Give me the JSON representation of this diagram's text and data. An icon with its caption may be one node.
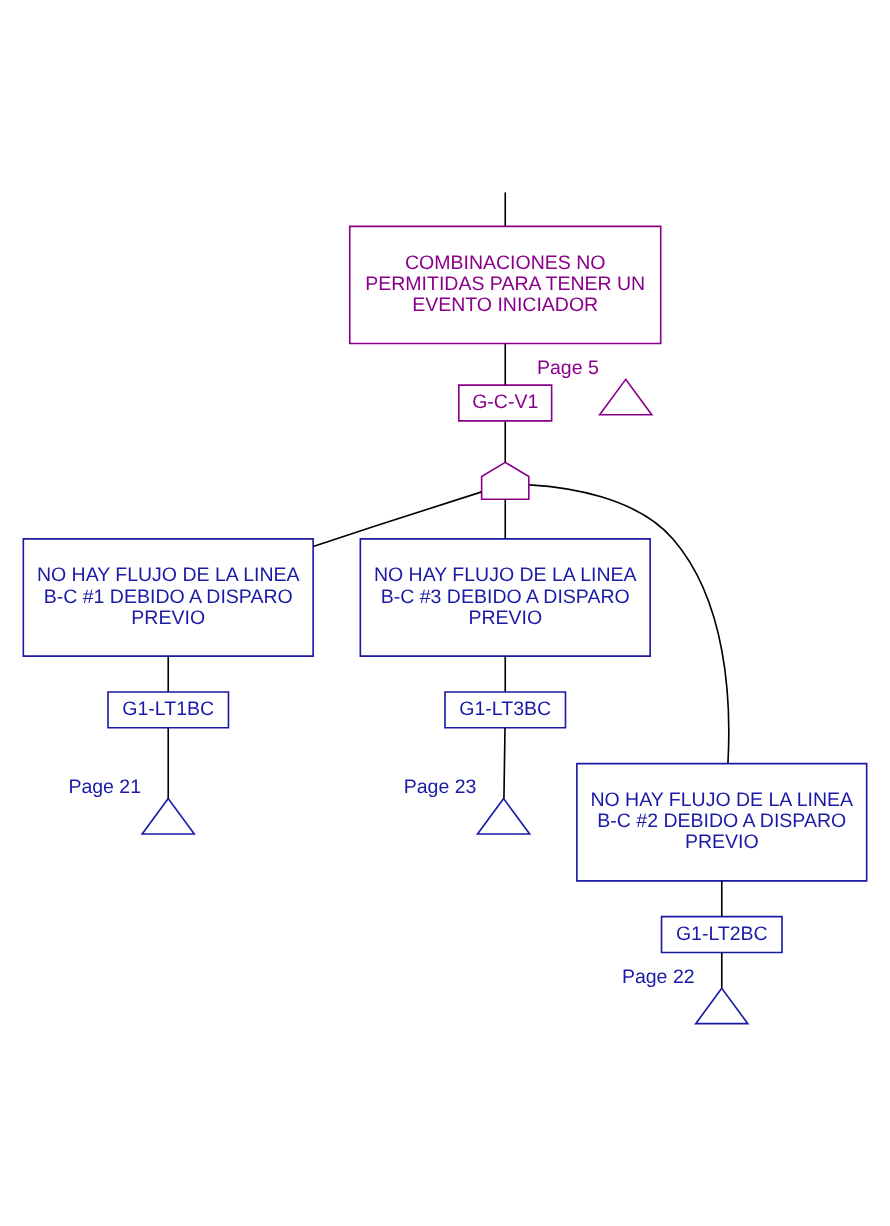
{
  "diagram": {
    "nodes": [
      {
        "text": [
          "COMBINACIONES NO PERMITIDAS PARA TENER UN EVENTO INICIADOR"
        ]
      },
      {
        "text": [],
        "shape": "triangle",
        "beside": [
          "Page 5"
        ]
      },
      {
        "text": [
          "G-C-V1"
        ]
      },
      {
        "text": [],
        "shape": "gate"
      },
      {
        "text": [
          "NO HAY FLUJO DE LA LINEA B-C #1 DEBIDO A DISPARO PREVIO"
        ]
      },
      {
        "text": [
          "G1-LT1BC"
        ]
      },
      {
        "text": [],
        "shape": "triangle",
        "beside": [
          "Page 21"
        ]
      },
      {
        "text": [
          "NO HAY FLUJO DE LA LINEA B-C #3 DEBIDO A DISPARO PREVIO"
        ]
      },
      {
        "text": [
          "G1-LT3BC"
        ]
      },
      {
        "text": [],
        "shape": "triangle",
        "beside": [
          "Page 23"
        ]
      },
      {
        "text": [
          "NO HAY FLUJO DE LA LINEA B-C #2 DEBIDO A DISPARO PREVIO"
        ]
      },
      {
        "text": [
          "G1-LT2BC"
        ]
      },
      {
        "text": [],
        "shape": "triangle",
        "beside": [
          "Page 22"
        ]
      }
    ],
    "edges": [
      {
        "from": null,
        "to": 0,
        "arrow": "none"
      },
      {
        "from": 0,
        "to": 2,
        "arrow": "none"
      },
      {
        "from": 2,
        "to": 3,
        "arrow": "none"
      },
      {
        "from": 3,
        "to": 4,
        "arrow": "none"
      },
      {
        "from": 3,
        "to": 7,
        "arrow": "none"
      },
      {
        "from": 3,
        "to": 10,
        "arrow": "none"
      },
      {
        "from": 4,
        "to": 5,
        "arrow": "none"
      },
      {
        "from": 5,
        "to": 6,
        "arrow": "none"
      },
      {
        "from": 7,
        "to": 8,
        "arrow": "none"
      },
      {
        "from": 8,
        "to": 9,
        "arrow": "none"
      },
      {
        "from": 10,
        "to": 11,
        "arrow": "none"
      },
      {
        "from": 11,
        "to": 12,
        "arrow": "none"
      }
    ]
  }
}
